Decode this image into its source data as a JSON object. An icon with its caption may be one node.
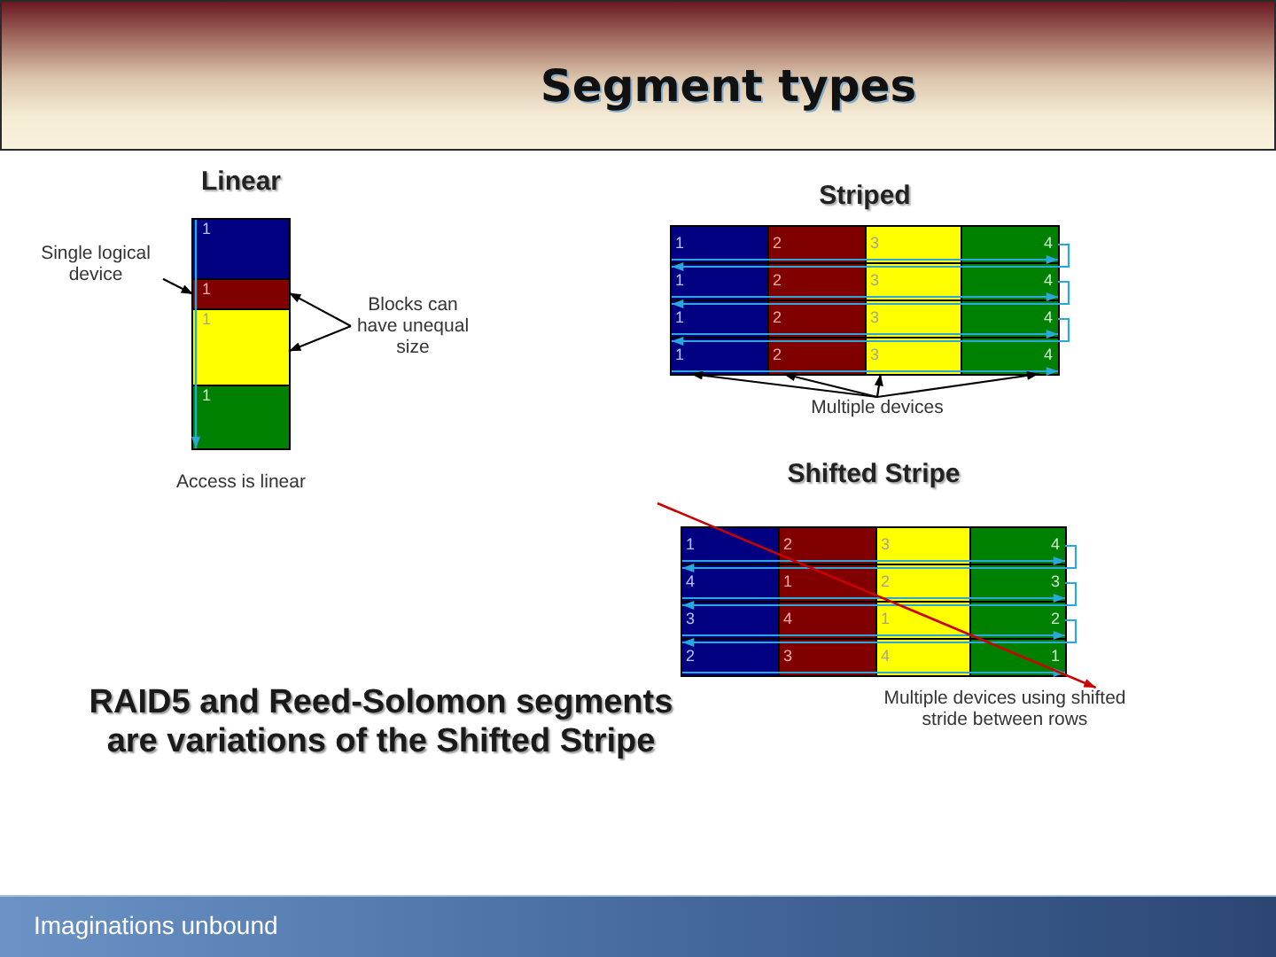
{
  "diagram": {
    "title": "Segment types",
    "nodes": [
      {
        "text": [
          "Linear"
        ],
        "beside": [
          "Access is linear"
        ]
      },
      {
        "text": [
          "1"
        ],
        "in": 0
      },
      {
        "text": [
          "1"
        ],
        "in": 0
      },
      {
        "text": [
          "1"
        ],
        "in": 0
      },
      {
        "text": [
          "1"
        ],
        "in": 0
      },
      {
        "text": [
          "Single logical device"
        ]
      },
      {
        "text": [
          "Blocks can have unequal size"
        ]
      },
      {
        "text": [
          "Striped"
        ]
      },
      {
        "text": [
          "1"
        ],
        "in": 7
      },
      {
        "text": [
          "2"
        ],
        "in": 7
      },
      {
        "text": [
          "3"
        ],
        "in": 7
      },
      {
        "text": [
          "4"
        ],
        "in": 7
      },
      {
        "text": [
          "1"
        ],
        "in": 7
      },
      {
        "text": [
          "2"
        ],
        "in": 7
      },
      {
        "text": [
          "3"
        ],
        "in": 7
      },
      {
        "text": [
          "4"
        ],
        "in": 7
      },
      {
        "text": [
          "1"
        ],
        "in": 7
      },
      {
        "text": [
          "2"
        ],
        "in": 7
      },
      {
        "text": [
          "3"
        ],
        "in": 7
      },
      {
        "text": [
          "4"
        ],
        "in": 7
      },
      {
        "text": [
          "1"
        ],
        "in": 7
      },
      {
        "text": [
          "2"
        ],
        "in": 7
      },
      {
        "text": [
          "3"
        ],
        "in": 7
      },
      {
        "text": [
          "4"
        ],
        "in": 7
      },
      {
        "text": [
          "Multiple devices"
        ]
      },
      {
        "text": [
          "Shifted Stripe"
        ]
      },
      {
        "text": [
          "1"
        ],
        "in": 25
      },
      {
        "text": [
          "2"
        ],
        "in": 25
      },
      {
        "text": [
          "3"
        ],
        "in": 25
      },
      {
        "text": [
          "4"
        ],
        "in": 25
      },
      {
        "text": [
          "4"
        ],
        "in": 25
      },
      {
        "text": [
          "1"
        ],
        "in": 25
      },
      {
        "text": [
          "2"
        ],
        "in": 25
      },
      {
        "text": [
          "3"
        ],
        "in": 25
      },
      {
        "text": [
          "3"
        ],
        "in": 25
      },
      {
        "text": [
          "4"
        ],
        "in": 25
      },
      {
        "text": [
          "1"
        ],
        "in": 25
      },
      {
        "text": [
          "2"
        ],
        "in": 25
      },
      {
        "text": [
          "2"
        ],
        "in": 25
      },
      {
        "text": [
          "3"
        ],
        "in": 25
      },
      {
        "text": [
          "4"
        ],
        "in": 25
      },
      {
        "text": [
          "1"
        ],
        "in": 25
      },
      {
        "text": [
          "Multiple devices using shifted stride between rows"
        ]
      }
    ],
    "edges": [
      {
        "from": 1,
        "to": 4,
        "arrow": "to"
      },
      {
        "from": 5,
        "to": 2,
        "arrow": "to",
        "color": "#000000"
      },
      {
        "from": 6,
        "to": 2,
        "arrow": "to",
        "color": "#000000"
      },
      {
        "from": 6,
        "to": 3,
        "arrow": "to",
        "color": "#000000"
      },
      {
        "from": 8,
        "to": 11,
        "arrow": "to"
      },
      {
        "from": 11,
        "to": 12,
        "arrow": "to"
      },
      {
        "from": 12,
        "to": 15,
        "arrow": "to"
      },
      {
        "from": 15,
        "to": 16,
        "arrow": "to"
      },
      {
        "from": 16,
        "to": 19,
        "arrow": "to"
      },
      {
        "from": 19,
        "to": 20,
        "arrow": "to"
      },
      {
        "from": 20,
        "to": 23,
        "arrow": "to"
      },
      {
        "from": 24,
        "to": 20,
        "arrow": "to",
        "color": "#000000"
      },
      {
        "from": 24,
        "to": 21,
        "arrow": "to",
        "color": "#000000"
      },
      {
        "from": 24,
        "to": 22,
        "arrow": "to",
        "color": "#000000"
      },
      {
        "from": 24,
        "to": 23,
        "arrow": "to",
        "color": "#000000"
      },
      {
        "from": 26,
        "to": 29,
        "arrow": "to"
      },
      {
        "from": 29,
        "to": 30,
        "arrow": "to"
      },
      {
        "from": 30,
        "to": 33,
        "arrow": "to"
      },
      {
        "from": 33,
        "to": 34,
        "arrow": "to"
      },
      {
        "from": 34,
        "to": 37,
        "arrow": "to"
      },
      {
        "from": 37,
        "to": 38,
        "arrow": "to"
      },
      {
        "from": 38,
        "to": 41,
        "arrow": "to"
      },
      {
        "from": null,
        "to": 42,
        "arrow": "to",
        "color": "#cc0000"
      }
    ],
    "labels": [
      "RAID5 and Reed-Solomon segments are variations of the Shifted Stripe",
      "Imaginations unbound"
    ]
  }
}
